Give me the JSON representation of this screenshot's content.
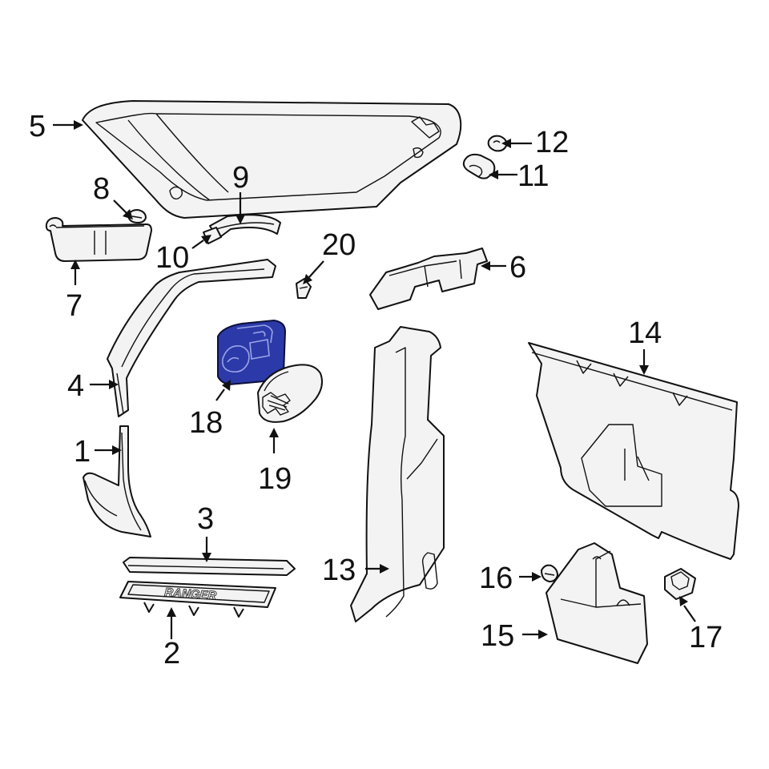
{
  "callouts": {
    "c1": "1",
    "c2": "2",
    "c3": "3",
    "c4": "4",
    "c5": "5",
    "c6": "6",
    "c7": "7",
    "c8": "8",
    "c9": "9",
    "c10": "10",
    "c11": "11",
    "c12": "12",
    "c13": "13",
    "c14": "14",
    "c15": "15",
    "c16": "16",
    "c17": "17",
    "c18": "18",
    "c19": "19",
    "c20": "20"
  },
  "sill_plate_emboss": "RANGER",
  "highlighted_part": "18",
  "colors": {
    "line": "#111111",
    "part_fill": "#f3f3f3",
    "highlight_fill": "#2b3aa8",
    "background": "#ffffff"
  }
}
